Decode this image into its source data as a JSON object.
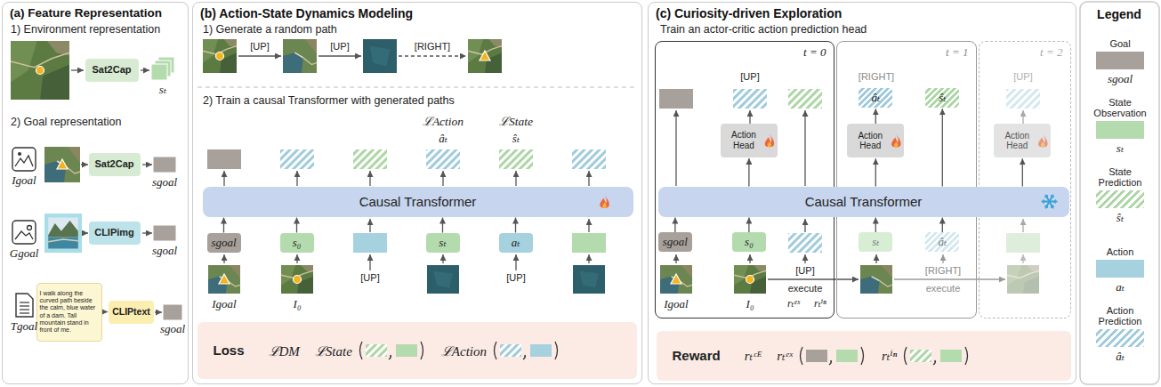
{
  "diagram": {
    "nodes": [
      {
        "text": [
          "(a) Feature Representation"
        ]
      },
      {
        "text": [
          "Sat2Cap"
        ],
        "in": 0
      },
      {
        "text": [
          "Sat2Cap"
        ],
        "in": 0
      },
      {
        "text": [
          "CLIPimg"
        ],
        "in": 0
      },
      {
        "text": [
          "I walk along the curved path beside the calm, blue water of a dam. Tall mountain stand in front of me."
        ],
        "in": 0
      },
      {
        "text": [
          "CLIPtext"
        ],
        "in": 0
      },
      {
        "text": [
          "(b) Action-State Dynamics Modeling"
        ]
      },
      {
        "text": [
          "Causal Transformer"
        ],
        "in": 6
      },
      {
        "text": [
          "sgoal"
        ],
        "in": 6
      },
      {
        "text": [
          "s₀"
        ],
        "in": 6
      },
      {
        "text": [
          "sₜ"
        ],
        "in": 6
      },
      {
        "text": [
          "aₜ"
        ],
        "in": 6
      },
      {
        "text": [
          "Loss",
          "ℒDM",
          "ℒState",
          "ℒAction"
        ],
        "in": 6
      },
      {
        "text": [
          "(c) Curiosity-driven Exploration"
        ]
      },
      {
        "text": [
          "t = 0"
        ],
        "in": 13
      },
      {
        "text": [
          "t = 1"
        ],
        "in": 13
      },
      {
        "text": [
          "t = 2"
        ],
        "in": 13
      },
      {
        "text": [
          "Action Head"
        ],
        "in": 14
      },
      {
        "text": [
          "âₜ"
        ],
        "in": 15
      },
      {
        "text": [
          "ŝₜ"
        ],
        "in": 15
      },
      {
        "text": [
          "Action Head"
        ],
        "in": 15
      },
      {
        "text": [
          "Action Head"
        ],
        "in": 16
      },
      {
        "text": [
          "Causal Transformer"
        ],
        "in": 13
      },
      {
        "text": [
          "sgoal"
        ],
        "in": 14
      },
      {
        "text": [
          "s₀"
        ],
        "in": 14
      },
      {
        "text": [
          "sₜ"
        ],
        "in": 15
      },
      {
        "text": [
          "âₜ"
        ],
        "in": 15
      },
      {
        "text": [
          "Reward",
          "rₜᶜᴱ",
          "rₜᵉˣ",
          "rₜⁱⁿ"
        ],
        "in": 13
      }
    ],
    "edges": [
      {
        "from": 4,
        "to": 5,
        "arrow": "to"
      },
      {
        "from": 8,
        "to": 7,
        "arrow": "to"
      },
      {
        "from": 9,
        "to": 7,
        "arrow": "to"
      },
      {
        "from": 10,
        "to": 7,
        "arrow": "to"
      },
      {
        "from": 11,
        "to": 7,
        "arrow": "to"
      },
      {
        "from": 23,
        "to": 22,
        "arrow": "to"
      },
      {
        "from": 24,
        "to": 22,
        "arrow": "to"
      },
      {
        "from": 25,
        "to": 22,
        "arrow": "to"
      },
      {
        "from": 26,
        "to": 22,
        "arrow": "to"
      },
      {
        "from": 22,
        "to": 17,
        "arrow": "to"
      },
      {
        "from": 22,
        "to": 20,
        "arrow": "to"
      },
      {
        "from": 22,
        "to": 21,
        "arrow": "to"
      },
      {
        "from": 20,
        "to": 18,
        "arrow": "to"
      },
      {
        "from": 22,
        "to": 19,
        "arrow": "to"
      }
    ],
    "labels": [
      "1) Environment representation",
      "sₜ",
      "2) Goal representation",
      "Igoal",
      "sgoal",
      "Ggoal",
      "sgoal",
      "Tgoal",
      "sgoal",
      "1) Generate a random path",
      "[UP]",
      "[UP]",
      "[RIGHT]",
      "2) Train a causal Transformer with generated paths",
      "ℒAction",
      "ℒState",
      "âₜ",
      "ŝₜ",
      "Igoal",
      "I₀",
      "[UP]",
      "[UP]",
      "Train an actor-critic action prediction head",
      "[UP]",
      "[RIGHT]",
      "[UP]",
      "[UP]",
      "execute",
      "rₜᵉˣ",
      "rₜⁱⁿ",
      "[RIGHT]",
      "execute",
      "Igoal",
      "I₀",
      "Legend",
      "sgoal",
      "sₜ",
      "ŝₜ",
      "aₜ",
      "âₜ"
    ],
    "legend": [
      {
        "text": "Goal",
        "color": "#a8a09a"
      },
      {
        "text": "State Observation",
        "color": "#b4dbae"
      },
      {
        "text": "State Prediction",
        "color": "#acd6a4"
      },
      {
        "text": "Action",
        "color": "#a6d1de"
      },
      {
        "text": "Action Prediction",
        "color": "#9fcbdc"
      }
    ]
  }
}
